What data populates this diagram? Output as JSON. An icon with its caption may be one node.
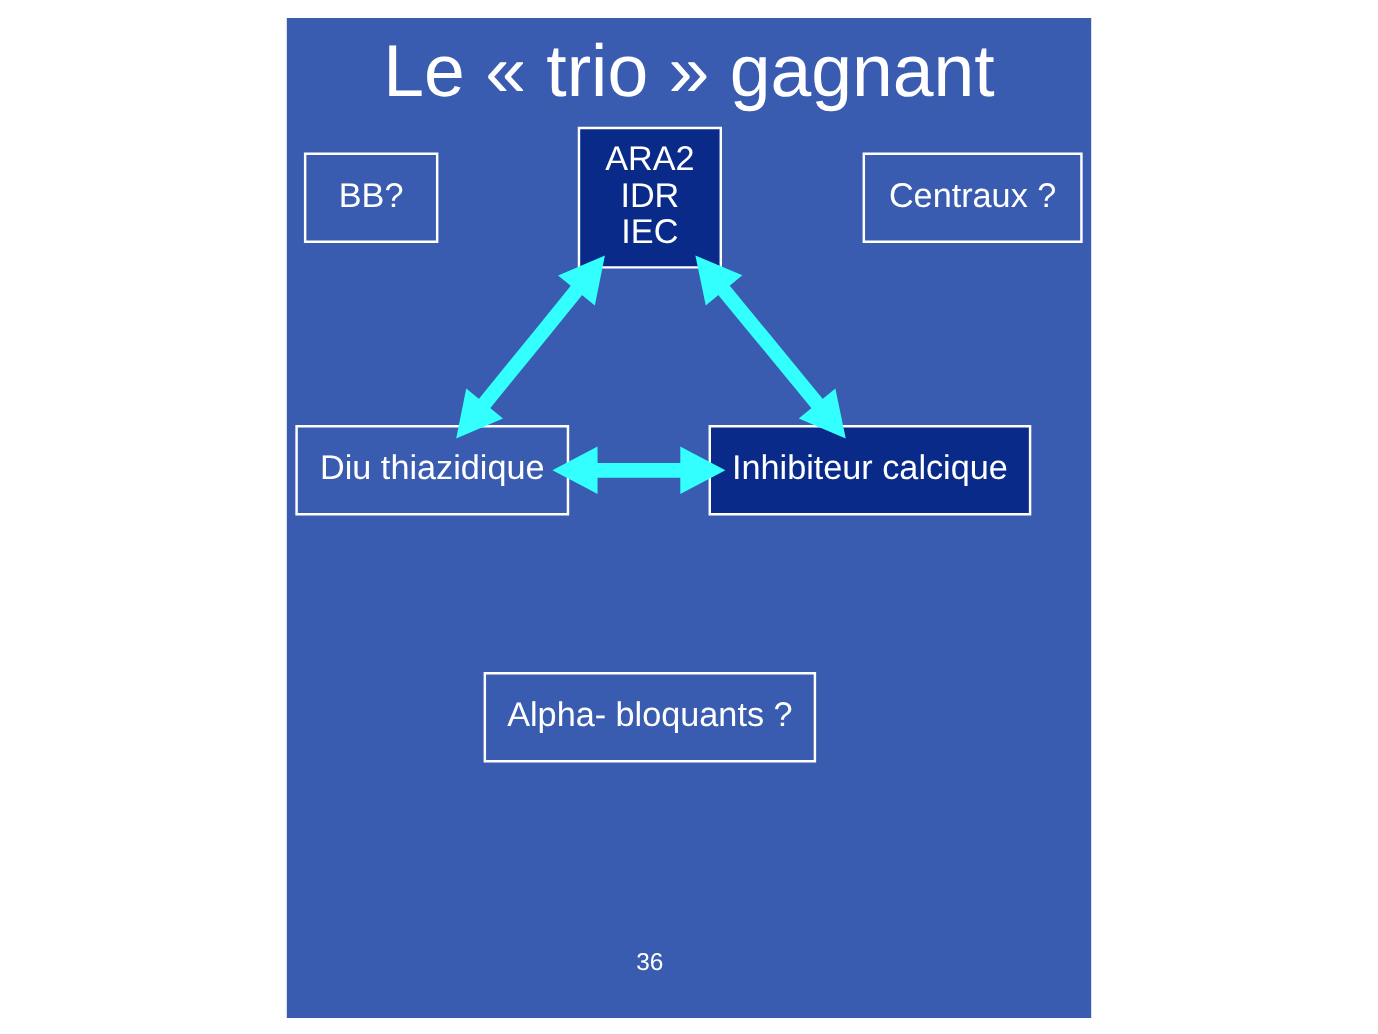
{
  "diagram": {
    "title": "Le « trio » gagnant",
    "nodes": [
      {
        "text": [
          "BB?"
        ]
      },
      {
        "text": [
          "ARA2",
          "IDR",
          "IEC"
        ]
      },
      {
        "text": [
          "Centraux ?"
        ]
      },
      {
        "text": [
          "Diu thiazidique"
        ]
      },
      {
        "text": [
          "Inhibiteur calcique"
        ]
      },
      {
        "text": [
          "Alpha- bloquants ?"
        ]
      }
    ],
    "edges": [
      {
        "from": 1,
        "to": 3,
        "arrow": "both",
        "color": "#33ffff"
      },
      {
        "from": 1,
        "to": 4,
        "arrow": "both",
        "color": "#33ffff"
      },
      {
        "from": 3,
        "to": 4,
        "arrow": "both",
        "color": "#33ffff"
      }
    ],
    "labels": [
      "36"
    ]
  }
}
